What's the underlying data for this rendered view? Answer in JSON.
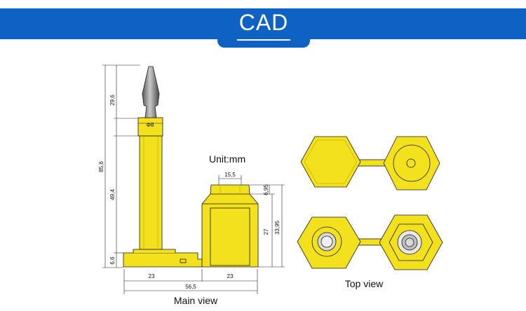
{
  "header": {
    "title": "CAD"
  },
  "unit_label": "Unit:mm",
  "main_view_label": "Main view",
  "top_view_label": "Top view",
  "dimensions": {
    "total_height": "85,6",
    "tip_height": "29,6",
    "shaft_height": "49,4",
    "base_height": "6,6",
    "tip_diameter": "Φ8",
    "base_left_width": "23",
    "base_right_width": "23",
    "total_width": "56,5",
    "cap_top_width": "15,5",
    "cap_top_height": "6,95",
    "cap_body_height": "27",
    "cap_total_height": "33,95"
  },
  "colors": {
    "banner": "#0d62c4",
    "part": "#f4e11e",
    "outline": "#1a1a1a"
  }
}
